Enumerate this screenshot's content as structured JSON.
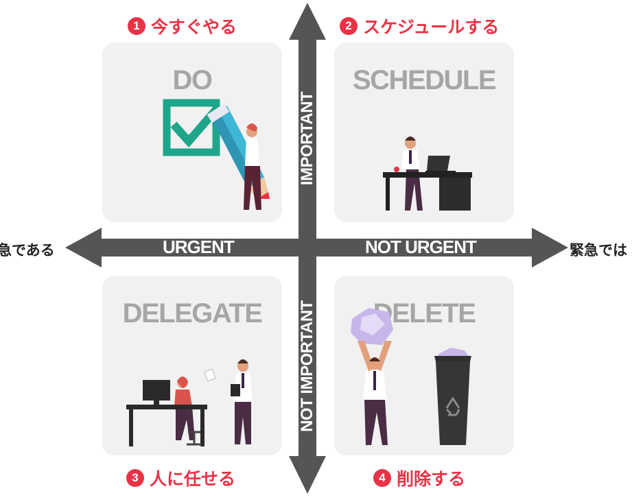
{
  "quadrants": {
    "do": {
      "title": "DO",
      "caption": "今すぐやる",
      "number": "1"
    },
    "schedule": {
      "title": "SCHEDULE",
      "caption": "スケジュールする",
      "number": "2"
    },
    "delegate": {
      "title": "DELEGATE",
      "caption": "人に任せる",
      "number": "3"
    },
    "delete": {
      "title": "DELETE",
      "caption": "削除する",
      "number": "4"
    }
  },
  "axes": {
    "urgent": "URGENT",
    "not_urgent": "NOT URGENT",
    "important": "IMPORTANT",
    "not_important": "NOT IMPORTANT",
    "left_side": "急である",
    "right_side": "緊急では"
  },
  "colors": {
    "accent": "#e83346",
    "arrow": "#555555",
    "quadrant_bg": "#f1f1f1",
    "title_gray": "#a6a6a6"
  },
  "icons": [
    "checkbox-icon",
    "pencil-icon",
    "laptop-icon",
    "desk-icon",
    "monitor-icon",
    "paper-ball-icon",
    "recycle-bin-icon"
  ]
}
